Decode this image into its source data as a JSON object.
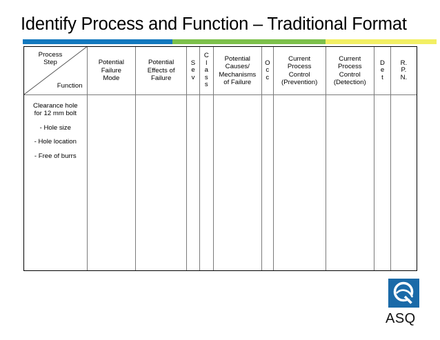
{
  "slide": {
    "title": "Identify Process and Function – Traditional Format"
  },
  "accent_bar": {
    "segments": [
      {
        "name": "blue",
        "color": "#1278be"
      },
      {
        "name": "green",
        "color": "#7cc04a"
      },
      {
        "name": "yellow",
        "color": "#f2ef63"
      }
    ]
  },
  "table": {
    "headers": {
      "process_step": "Process\nStep",
      "process_step_line1": "Process",
      "process_step_line2": "Step",
      "function": "Function",
      "potential_failure_mode_l1": "Potential",
      "potential_failure_mode_l2": "Failure",
      "potential_failure_mode_l3": "Mode",
      "potential_effects_l1": "Potential",
      "potential_effects_l2": "Effects of",
      "potential_effects_l3": "Failure",
      "sev": [
        "S",
        "e",
        "v"
      ],
      "class": [
        "C",
        "l",
        "a",
        "s",
        "s"
      ],
      "potential_causes_l1": "Potential",
      "potential_causes_l2": "Causes/",
      "potential_causes_l3": "Mechanisms",
      "potential_causes_l4": "of Failure",
      "occ": [
        "O",
        "c",
        "c"
      ],
      "prevention_l1": "Current",
      "prevention_l2": "Process",
      "prevention_l3": "Control",
      "prevention_l4": "(Prevention)",
      "detection_l1": "Current",
      "detection_l2": "Process",
      "detection_l3": "Control",
      "detection_l4": "(Detection)",
      "det": [
        "D",
        "e",
        "t"
      ],
      "rpn": [
        "R.",
        "P.",
        "N."
      ]
    },
    "rows": [
      {
        "process_step_title_l1": "Clearance hole",
        "process_step_title_l2": "for 12 mm bolt",
        "bullets": [
          "-  Hole size",
          "-  Hole location",
          "-  Free of burrs"
        ],
        "potential_failure_mode": "",
        "potential_effects": "",
        "sev": "",
        "class": "",
        "potential_causes": "",
        "occ": "",
        "prevention": "",
        "detection": "",
        "det": "",
        "rpn": ""
      }
    ]
  },
  "logo": {
    "wordmark": "ASQ",
    "mark_letter": "Q",
    "brand_color": "#1a6aa8"
  }
}
